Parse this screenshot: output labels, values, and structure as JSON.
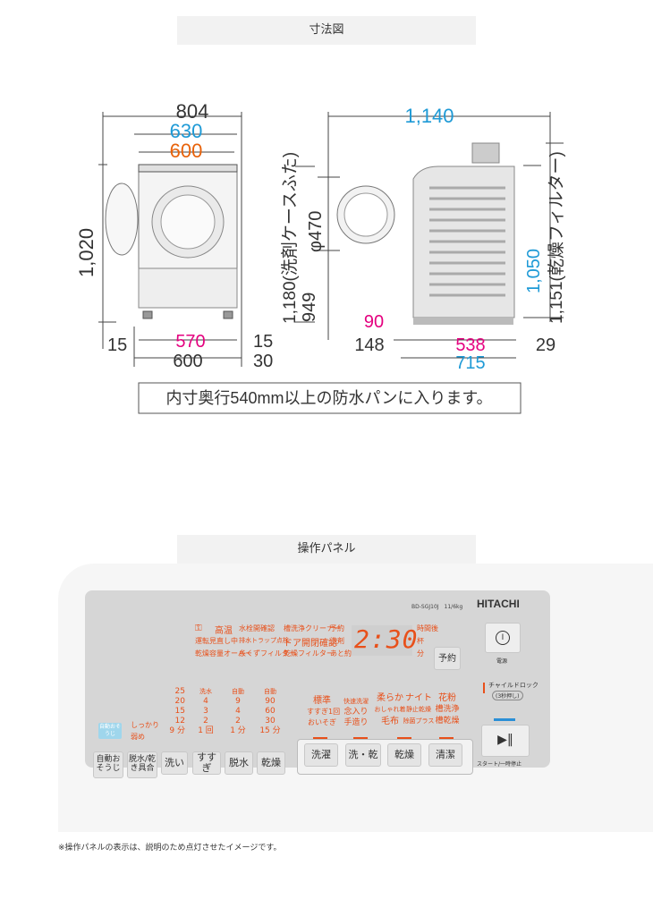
{
  "headers": {
    "dimensions": "寸法図",
    "panel": "操作パネル"
  },
  "dims": {
    "w804": "804",
    "w630": "630",
    "w600_top": "600",
    "h1020": "1,020",
    "b15_left": "15",
    "b570": "570",
    "b15_right": "15",
    "b600": "600",
    "b30": "30",
    "side_1140": "1,140",
    "side_470": "φ470",
    "side_1180": "1,180(洗剤ケースふた)",
    "side_949": "949",
    "side_90": "90",
    "side_148": "148",
    "side_538": "538",
    "side_29": "29",
    "side_715": "715",
    "side_1050": "1,050",
    "side_1151": "1,151(乾燥フィルター)",
    "note": "内寸奥行540mm以上の防水パンに入ります。",
    "colors": {
      "black": "#333333",
      "blue": "#1e9ad6",
      "orange": "#e8620a",
      "magenta": "#e4007f"
    }
  },
  "panel": {
    "brand": "HITACHI",
    "model": "BD-SGJ10J　11/6kg",
    "display_digits": "2:30",
    "status_col1": [
      "高温",
      "運転見直し中",
      "乾燥容量オーバー"
    ],
    "status_col2": [
      "水栓開確認",
      "排水トラップ点検",
      "糸くずフィルター"
    ],
    "status_col3": [
      "槽洗浄クリーナー",
      "ドア開閉確認",
      "乾燥フィルター"
    ],
    "status_col4": [
      "予約",
      "洗剤",
      "あと約"
    ],
    "time_labels": [
      "時間後",
      "杯",
      "分"
    ],
    "reserve_label": "予約",
    "power_label": "電源",
    "child_lock": "チャイルドロック",
    "child_lock_sub": "(3秒押し)",
    "start_label": "スタート/一時停止",
    "col_wash": [
      "25",
      "20",
      "15",
      "12",
      "9 分"
    ],
    "col_rinse": [
      "洗水",
      "4",
      "3",
      "2",
      "1 回"
    ],
    "col_spin": [
      "自動",
      "9",
      "4",
      "2",
      "1 分"
    ],
    "col_dry": [
      "自動",
      "90",
      "60",
      "30",
      "15 分"
    ],
    "auto_clean_lamp": "自動おそうじ",
    "wash_strength": [
      "しっかり",
      "弱め"
    ],
    "course_col1": [
      "標準",
      "すすぎ1回",
      "おいそぎ"
    ],
    "course_col2": [
      "快速洗濯",
      "念入り",
      "手造り"
    ],
    "course_col3": [
      "柔らか",
      "おしゃれ着",
      "毛布"
    ],
    "course_col4": [
      "ナイト",
      "静止乾燥",
      "除菌プラス"
    ],
    "course_col5": [
      "花粉",
      "槽洗浄",
      "槽乾燥"
    ],
    "buttons_left": [
      "自動おそうじ",
      "脱水/乾き具合",
      "洗い",
      "すすぎ",
      "脱水",
      "乾燥"
    ],
    "buttons_course": [
      "洗濯",
      "洗・乾",
      "乾燥",
      "清潔"
    ]
  },
  "footnote": "※操作パネルの表示は、説明のため点灯させたイメージです。"
}
